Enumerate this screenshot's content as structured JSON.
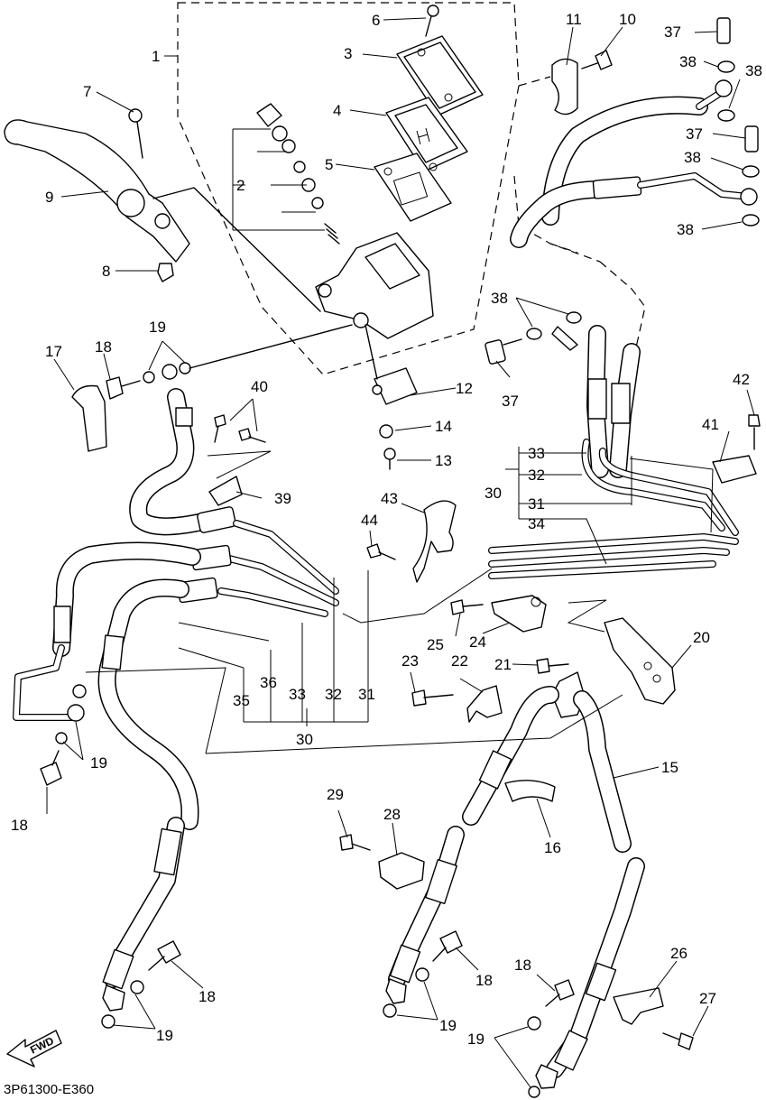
{
  "diagram_code": "3P61300-E360",
  "fwd_label": "FWD",
  "callouts": [
    {
      "id": "p1",
      "label": "1"
    },
    {
      "id": "p2",
      "label": "2"
    },
    {
      "id": "p3",
      "label": "3"
    },
    {
      "id": "p4",
      "label": "4"
    },
    {
      "id": "p5",
      "label": "5"
    },
    {
      "id": "p6",
      "label": "6"
    },
    {
      "id": "p7",
      "label": "7"
    },
    {
      "id": "p8",
      "label": "8"
    },
    {
      "id": "p9",
      "label": "9"
    },
    {
      "id": "p10",
      "label": "10"
    },
    {
      "id": "p11",
      "label": "11"
    },
    {
      "id": "p12",
      "label": "12"
    },
    {
      "id": "p13",
      "label": "13"
    },
    {
      "id": "p14",
      "label": "14"
    },
    {
      "id": "p15",
      "label": "15"
    },
    {
      "id": "p16",
      "label": "16"
    },
    {
      "id": "p17",
      "label": "17"
    },
    {
      "id": "p18a",
      "label": "18"
    },
    {
      "id": "p18b",
      "label": "18"
    },
    {
      "id": "p18c",
      "label": "18"
    },
    {
      "id": "p18d",
      "label": "18"
    },
    {
      "id": "p18e",
      "label": "18"
    },
    {
      "id": "p19a",
      "label": "19"
    },
    {
      "id": "p19b",
      "label": "19"
    },
    {
      "id": "p19c",
      "label": "19"
    },
    {
      "id": "p19d",
      "label": "19"
    },
    {
      "id": "p19e",
      "label": "19"
    },
    {
      "id": "p20",
      "label": "20"
    },
    {
      "id": "p21",
      "label": "21"
    },
    {
      "id": "p22",
      "label": "22"
    },
    {
      "id": "p23",
      "label": "23"
    },
    {
      "id": "p24",
      "label": "24"
    },
    {
      "id": "p25",
      "label": "25"
    },
    {
      "id": "p26",
      "label": "26"
    },
    {
      "id": "p27",
      "label": "27"
    },
    {
      "id": "p28",
      "label": "28"
    },
    {
      "id": "p29",
      "label": "29"
    },
    {
      "id": "p30a",
      "label": "30"
    },
    {
      "id": "p30b",
      "label": "30"
    },
    {
      "id": "p31a",
      "label": "31"
    },
    {
      "id": "p31b",
      "label": "31"
    },
    {
      "id": "p32a",
      "label": "32"
    },
    {
      "id": "p32b",
      "label": "32"
    },
    {
      "id": "p33a",
      "label": "33"
    },
    {
      "id": "p33b",
      "label": "33"
    },
    {
      "id": "p34",
      "label": "34"
    },
    {
      "id": "p35",
      "label": "35"
    },
    {
      "id": "p36",
      "label": "36"
    },
    {
      "id": "p37a",
      "label": "37"
    },
    {
      "id": "p37b",
      "label": "37"
    },
    {
      "id": "p37c",
      "label": "37"
    },
    {
      "id": "p38a",
      "label": "38"
    },
    {
      "id": "p38b",
      "label": "38"
    },
    {
      "id": "p38c",
      "label": "38"
    },
    {
      "id": "p38d",
      "label": "38"
    },
    {
      "id": "p38e",
      "label": "38"
    },
    {
      "id": "p39",
      "label": "39"
    },
    {
      "id": "p40",
      "label": "40"
    },
    {
      "id": "p41",
      "label": "41"
    },
    {
      "id": "p42",
      "label": "42"
    },
    {
      "id": "p43",
      "label": "43"
    },
    {
      "id": "p44",
      "label": "44"
    }
  ]
}
